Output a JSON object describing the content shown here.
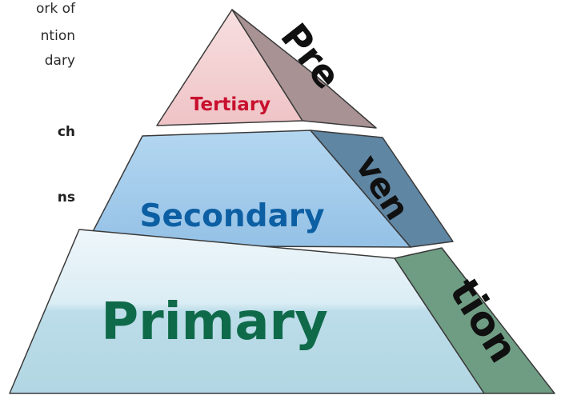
{
  "left_text": {
    "lines": [
      "ork of",
      "ntion",
      "dary"
    ],
    "bold_lines": [
      "ch",
      "ns"
    ]
  },
  "pyramid": {
    "levels": [
      {
        "label": "Tertiary",
        "color": "#c8102e"
      },
      {
        "label": "Secondary",
        "color": "#0d5fa3"
      },
      {
        "label": "Primary",
        "color": "#0f6a4a"
      }
    ],
    "side_word_parts": [
      "Pre",
      "ven",
      "tion"
    ]
  },
  "colors": {
    "tier1_face": "#f2cfd1",
    "tier1_side": "#a89294",
    "tier2_face": "#a9d0ee",
    "tier2_side": "#5f86a3",
    "tier3_face": "#dcedf4",
    "tier3_side": "#6f9d84",
    "side_text": "#101010"
  }
}
